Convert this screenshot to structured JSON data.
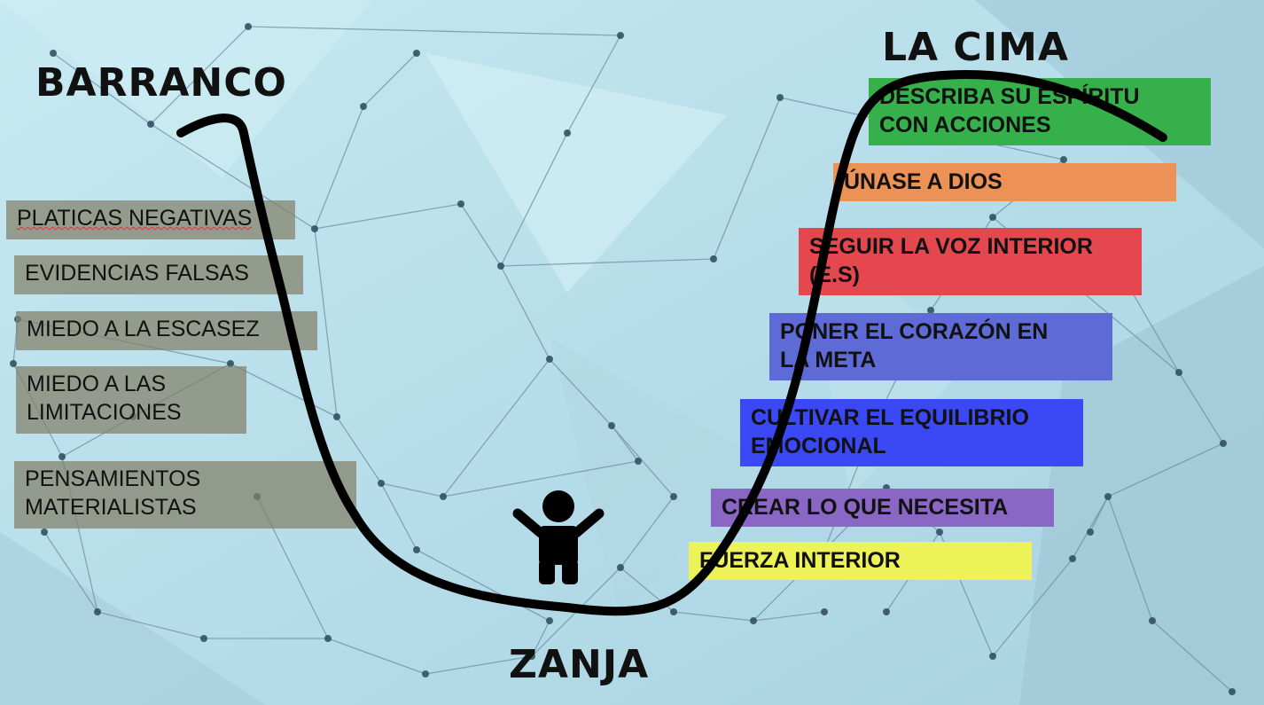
{
  "headings": {
    "left": "BARRANCO",
    "top_right": "LA CIMA",
    "bottom": "ZANJA"
  },
  "left_items": [
    "PLATICAS NEGATIVAS",
    "EVIDENCIAS FALSAS",
    "MIEDO A LA ESCASEZ",
    "MIEDO A LAS LIMITACIONES",
    "PENSAMIENTOS MATERIALISTAS"
  ],
  "right_items": [
    {
      "label": "DESCRIBA SU ESPÍRITU CON ACCIONES",
      "color": "#35b04a"
    },
    {
      "label": "ÚNASE A DIOS",
      "color": "#ec9256"
    },
    {
      "label": "SEGUIR LA VOZ INTERIOR (E.S)",
      "color": "#e5474e"
    },
    {
      "label": "PONER EL CORAZÓN EN LA META",
      "color": "#5e6ad6"
    },
    {
      "label": "CULTIVAR EL EQUILIBRIO EMOCIONAL",
      "color": "#3a48f5"
    },
    {
      "label": "CREAR LO QUE NECESITA",
      "color": "#8a67c4"
    },
    {
      "label": "FUERZA INTERIOR",
      "color": "#ecf257"
    }
  ],
  "icons": {
    "figure": "person-arms-raised-icon"
  }
}
